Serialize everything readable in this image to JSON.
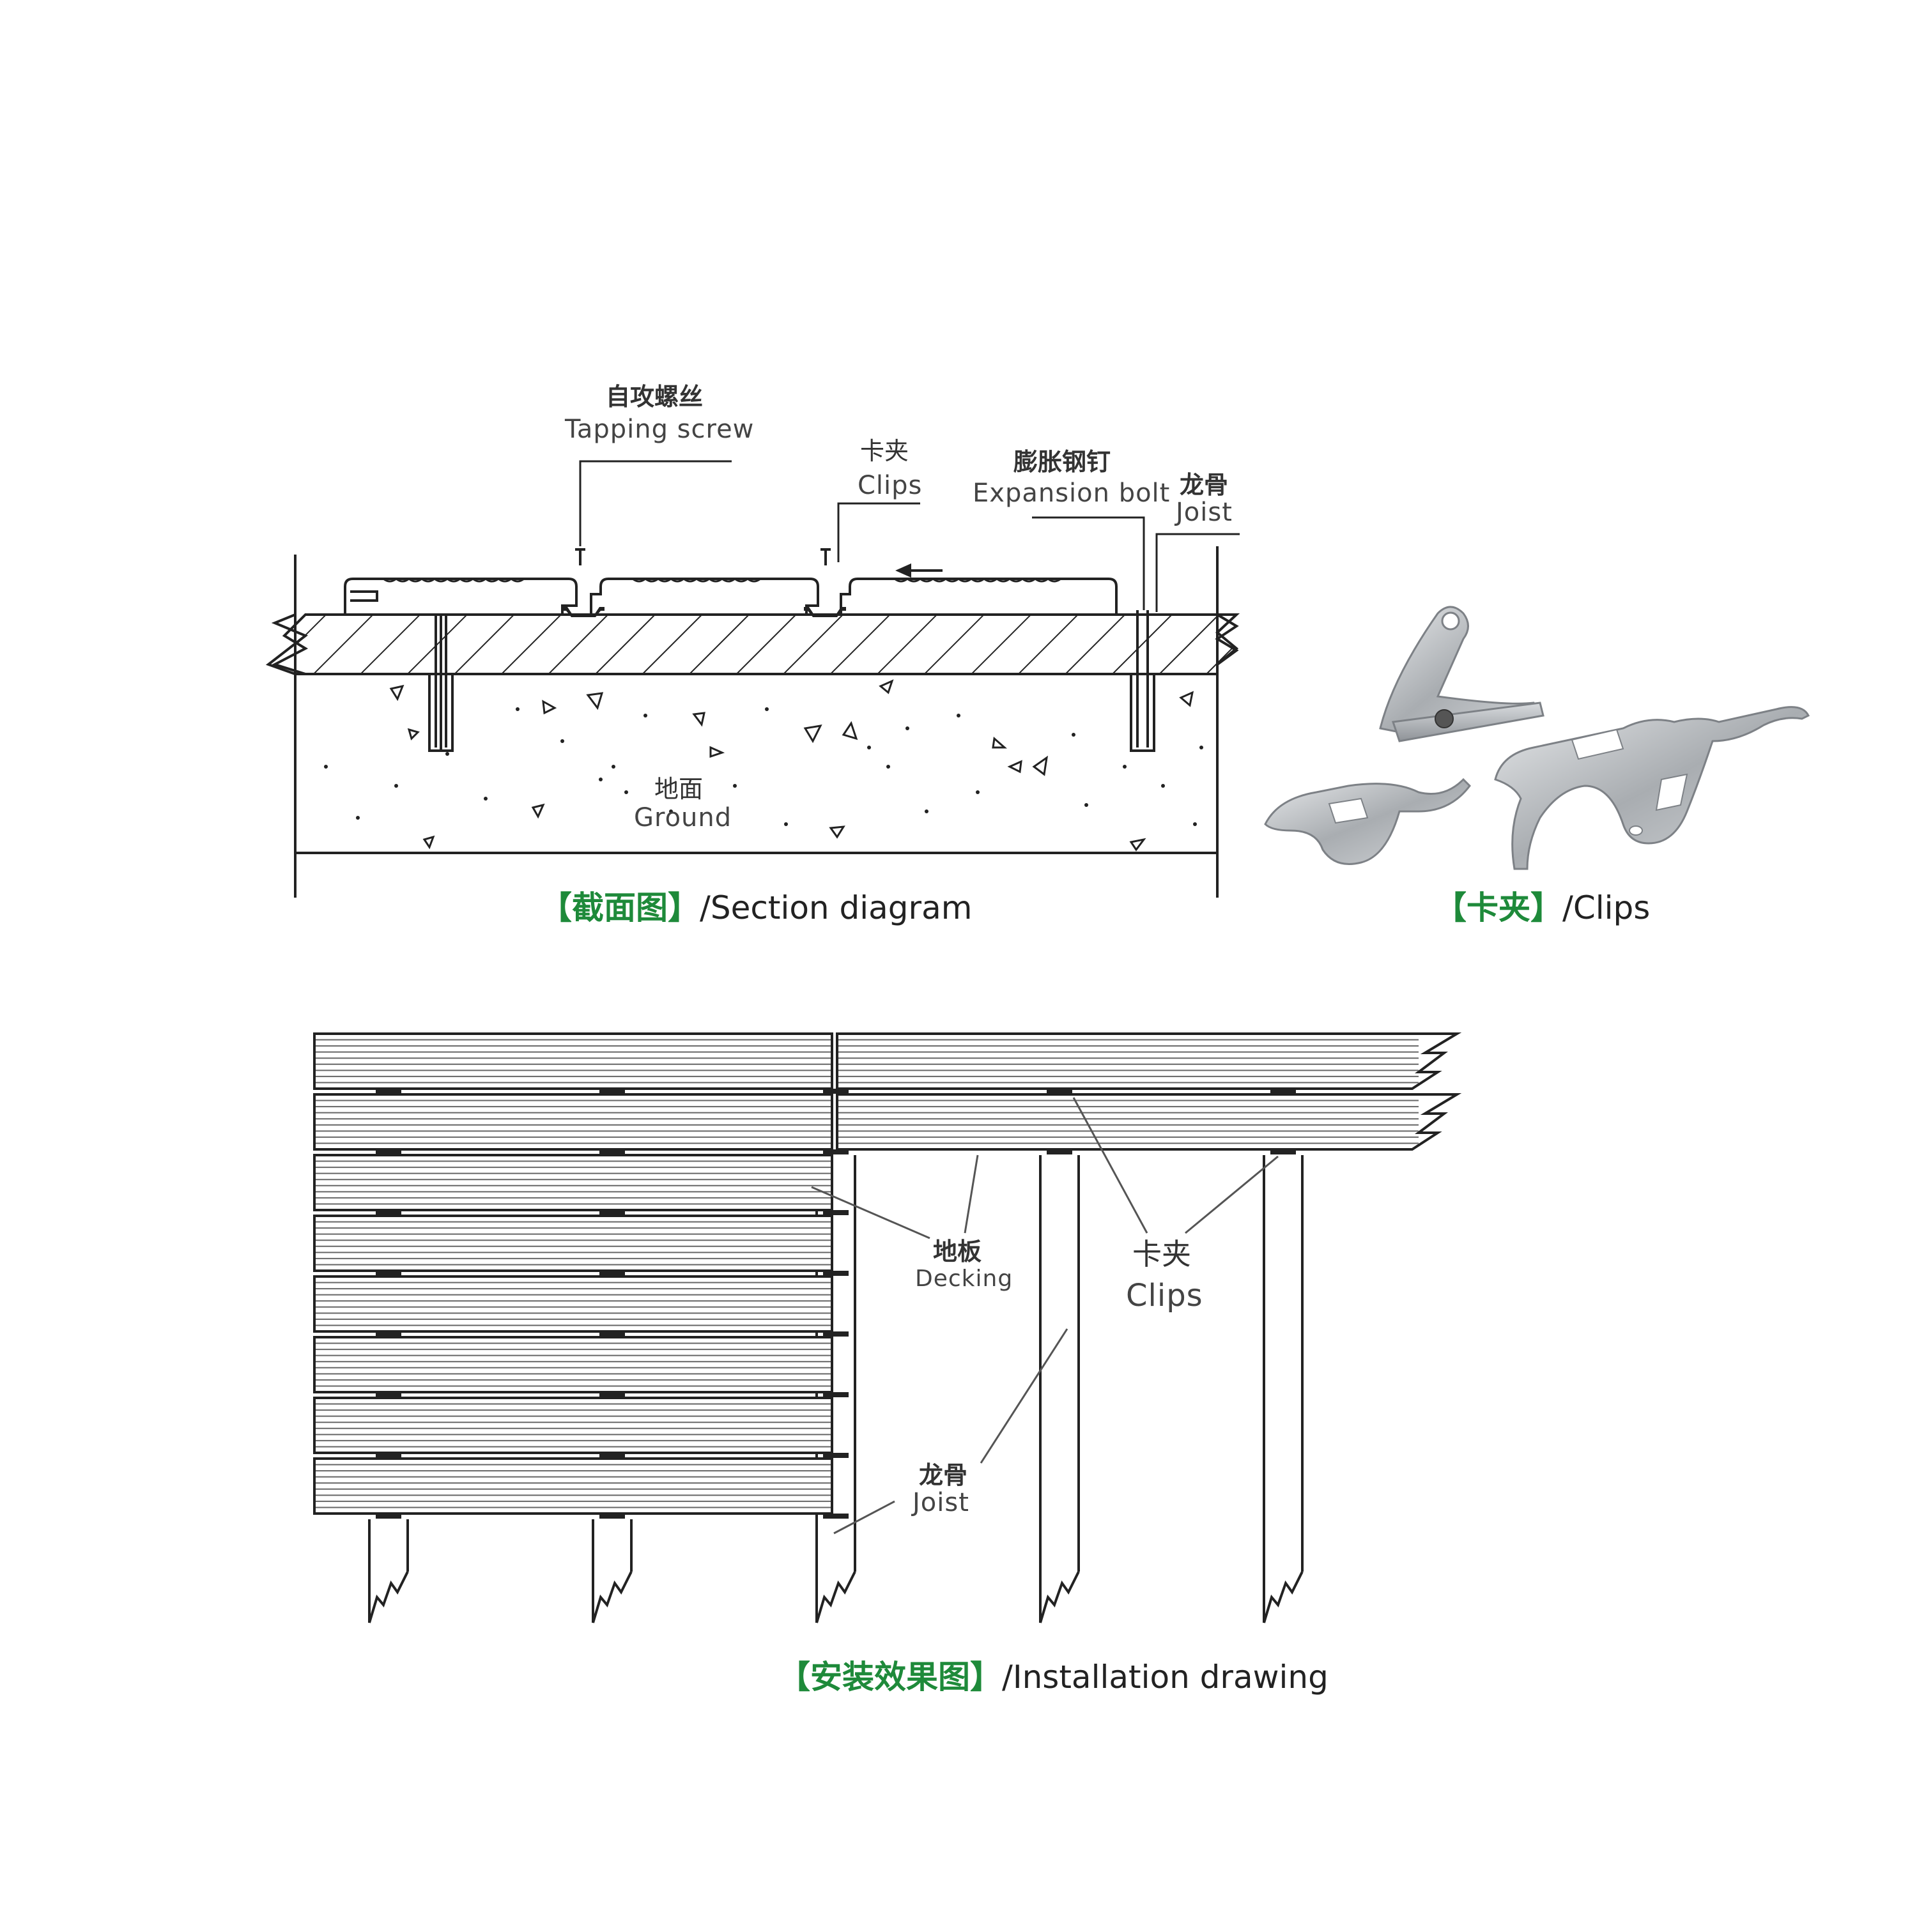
{
  "section": {
    "labels": {
      "tapping_screw_zh": "自攻螺丝",
      "tapping_screw_en": "Tapping screw",
      "clips_zh": "卡夹",
      "clips_en": "Clips",
      "expansion_bolt_zh": "膨胀钢钉",
      "expansion_bolt_en": "Expansion bolt",
      "joist_zh": "龙骨",
      "joist_en": "Joist",
      "ground_zh": "地面",
      "ground_en": "Ground"
    },
    "caption_green": "【截面图】",
    "caption_text": "/Section diagram"
  },
  "clips_photo": {
    "caption_green": "【卡夹】",
    "caption_text": "/Clips"
  },
  "installation": {
    "labels": {
      "decking_zh": "地板",
      "decking_en": "Decking",
      "clips_zh": "卡夹",
      "clips_en": "Clips",
      "joist_zh": "龙骨",
      "joist_en": "Joist"
    },
    "caption_green": "【安装效果图】",
    "caption_text": "/Installation drawing"
  },
  "colors": {
    "caption_accent": "#1e8a3a",
    "line": "#222222",
    "metal": "#b9bcbf"
  }
}
